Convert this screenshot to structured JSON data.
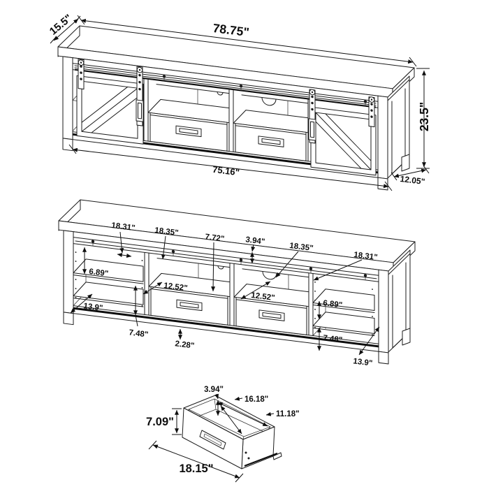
{
  "drawing": {
    "background": "#ffffff",
    "line_color": "#1b1b1b",
    "views": {
      "closed": {
        "top_depth": "15.5\"",
        "top_width": "78.75\"",
        "side_height": "23.5\"",
        "bottom_width": "75.16\"",
        "bottom_depth": "12.05\""
      },
      "open": {
        "top": {
          "left_shelf_width": "18.31\"",
          "left_opening_width": "18.35\"",
          "center_width": "7.72\"",
          "apron_height": "3.94\"",
          "right_opening_width": "18.35\"",
          "right_shelf_width": "18.31\""
        },
        "left": {
          "upper_shelf_height": "6.89\"",
          "shelf_depth": "13.9\"",
          "lower_shelf_height": "7.48\""
        },
        "center": {
          "left_drawer_depth": "12.52\"",
          "right_drawer_depth": "12.52\"",
          "base_height": "2.28\""
        },
        "right": {
          "upper_shelf_height": "6.89\"",
          "lower_shelf_height": "7.48\"",
          "shelf_depth": "13.9\""
        }
      },
      "drawer": {
        "inner_height": "3.94\"",
        "inner_width": "16.18\"",
        "inner_depth": "11.18\"",
        "front_height": "7.09\"",
        "front_width": "18.15\""
      }
    }
  }
}
